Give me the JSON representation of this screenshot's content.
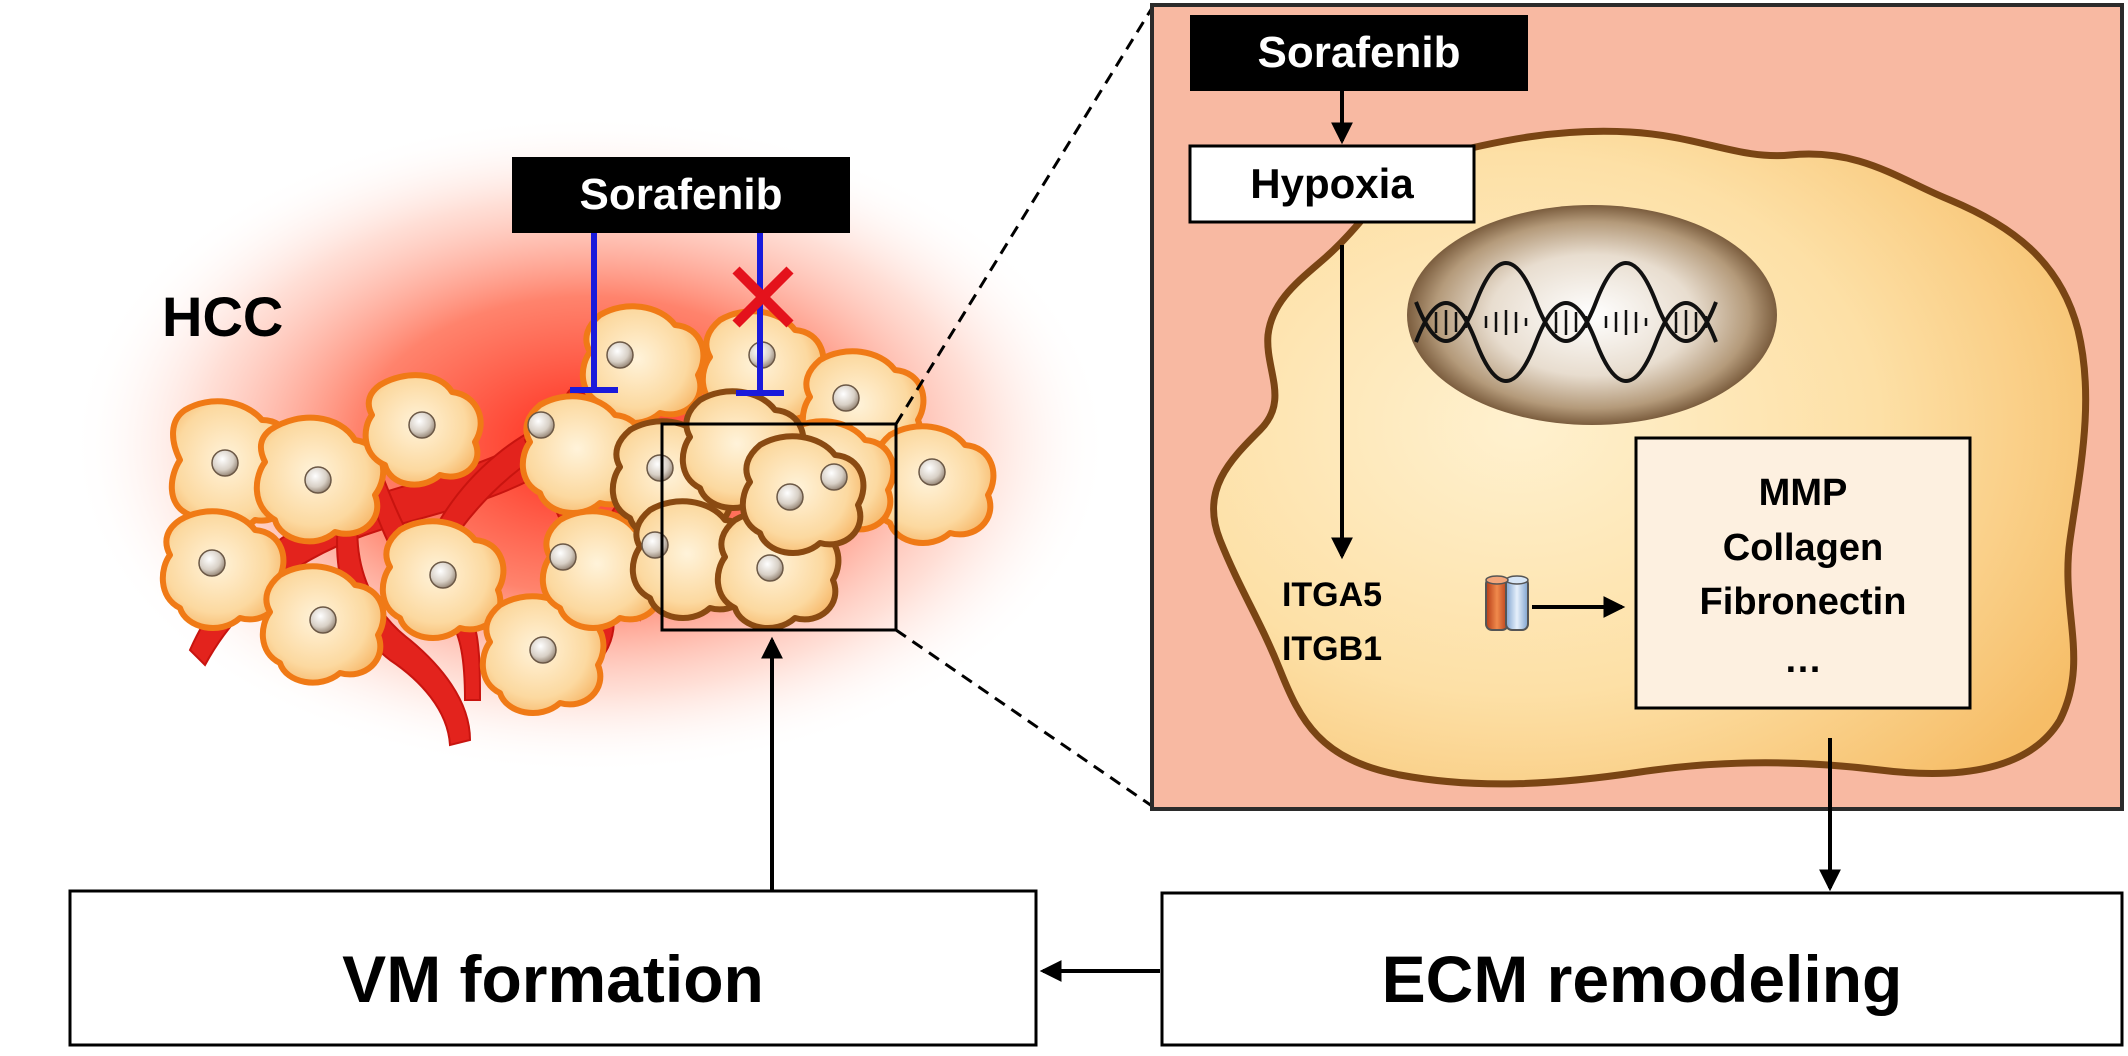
{
  "left_panel": {
    "hcc_label": "HCC",
    "drug_label": "Sorafenib"
  },
  "right_panel": {
    "drug_label": "Sorafenib",
    "hypoxia_label": "Hypoxia",
    "integrin_labels": [
      "ITGA5",
      "ITGB1"
    ],
    "targets": [
      "MMP",
      "Collagen",
      "Fibronectin",
      "…"
    ]
  },
  "bottom": {
    "vm_label": "VM formation",
    "ecm_label": "ECM remodeling"
  },
  "colors": {
    "inhibit_line": "#1a1adb",
    "block_x": "#e4121c",
    "vessel": "#e3231d",
    "cell_fill": "#fbd9a4",
    "cell_edge": "#f07a16",
    "panel_bg": "#f8b9a2",
    "cell_large_fill": "#fcd697",
    "cell_large_edge": "#7a4514"
  },
  "icons": [
    "inhibition-bar-icon",
    "block-x-icon",
    "dna-helix-icon",
    "integrin-receptor-icon"
  ]
}
